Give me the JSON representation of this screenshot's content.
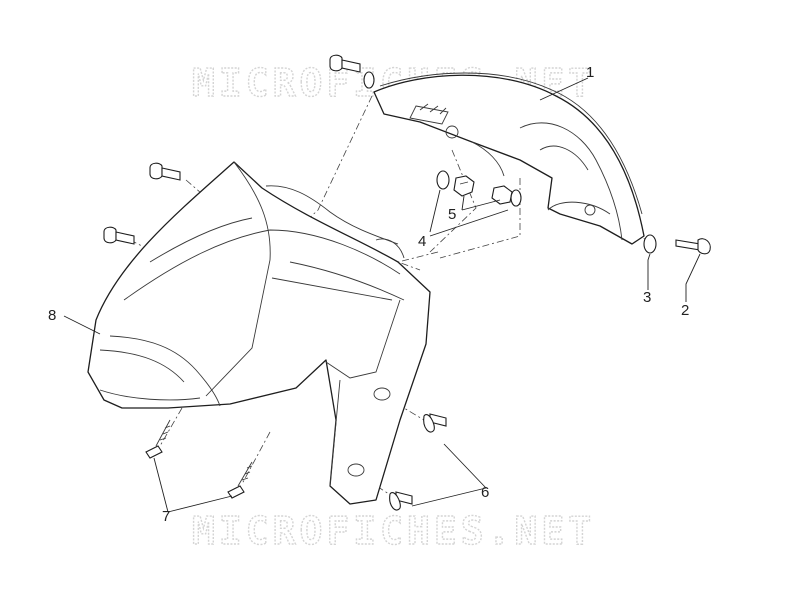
{
  "watermark": {
    "top": "MICROFICHES.NET",
    "bottom": "MICROFICHES.NET"
  },
  "callouts": {
    "c1": "1",
    "c2": "2",
    "c3": "3",
    "c4": "4",
    "c5": "5",
    "c6": "6",
    "c7": "7",
    "c8": "8"
  },
  "colors": {
    "line": "#1e1e1e",
    "watermark": "#d4d4d4",
    "background": "#ffffff"
  }
}
